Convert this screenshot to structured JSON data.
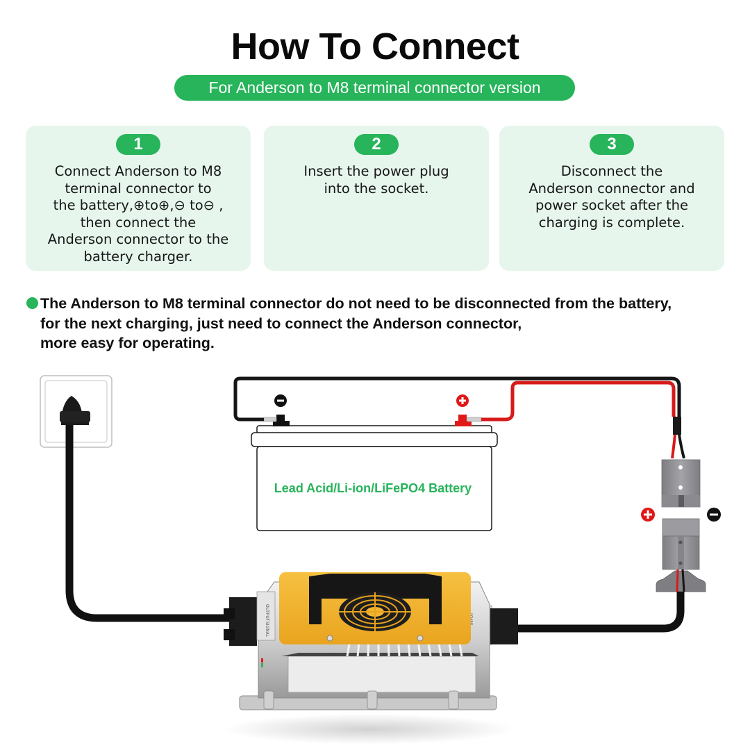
{
  "header": {
    "title": "How To Connect",
    "subtitle": "For Anderson to M8 terminal connector version"
  },
  "steps": [
    {
      "number": "1",
      "text": "Connect Anderson to M8\nterminal connector to\nthe battery,⊕to⊕,⊖ to⊖ ,\nthen connect the\nAnderson connector to the\nbattery charger."
    },
    {
      "number": "2",
      "text": "Insert the power plug\ninto the socket."
    },
    {
      "number": "3",
      "text": "Disconnect the\nAnderson connector and\npower socket after the\ncharging is complete."
    }
  ],
  "note": {
    "bullet_icon": "green-dot",
    "text": "The Anderson to M8 terminal connector do not need to be disconnected from the battery,\nfor the next charging, just need to connect the Anderson connector,\nmore easy for operating."
  },
  "diagram": {
    "battery_label": "Lead Acid/Li-ion/LiFePO4 Battery",
    "negative_symbol": "−",
    "positive_symbol": "+",
    "charger_port_labels": {
      "output": "OUTPUT",
      "signal": "SIGNAL",
      "input": "INPUT"
    }
  },
  "colors": {
    "accent_green": "#27b45a",
    "card_background": "#e6f6ed",
    "positive_red": "#e01818",
    "negative_black": "#111111",
    "charger_plate_yellow": "#f2b531",
    "connector_grey": "#8e8e93"
  }
}
